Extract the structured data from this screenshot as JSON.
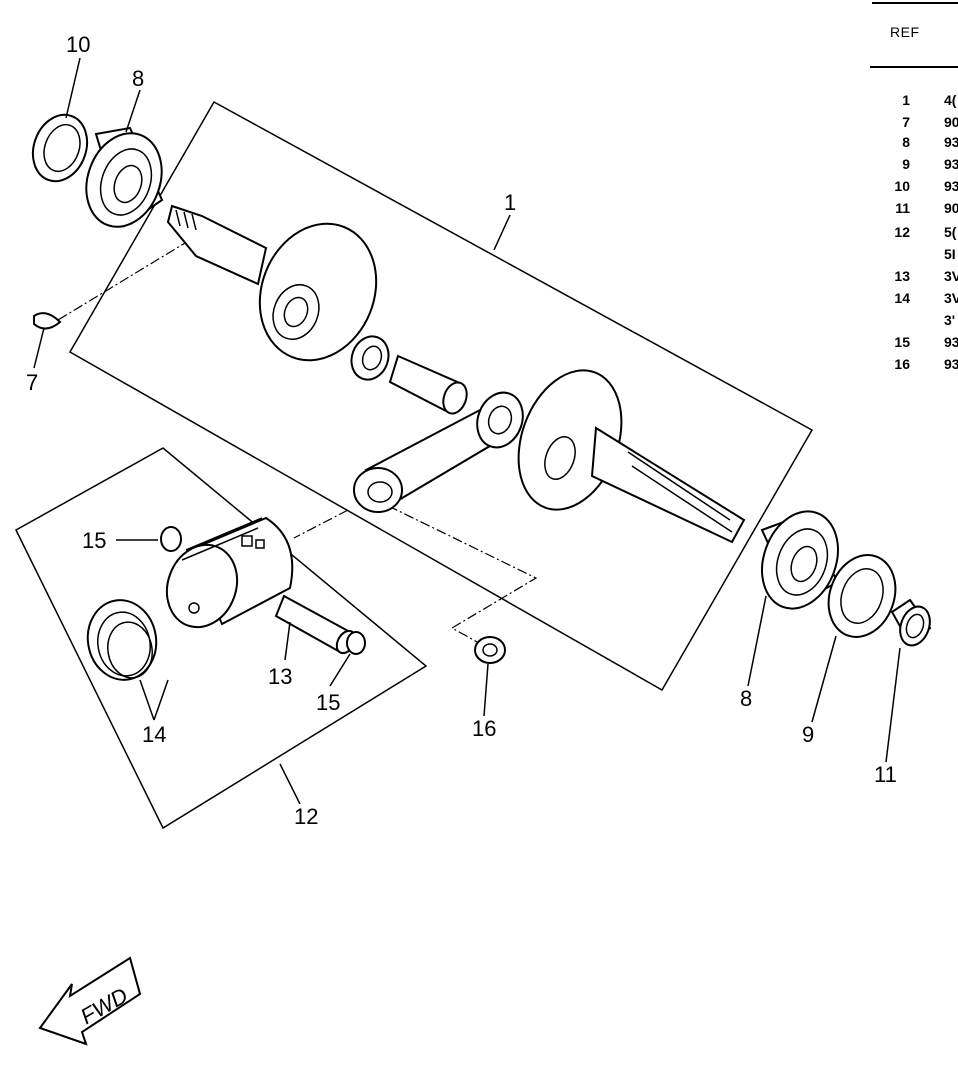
{
  "diagram": {
    "callouts": {
      "c1": "1",
      "c7": "7",
      "c8a": "8",
      "c8b": "8",
      "c9": "9",
      "c10": "10",
      "c11": "11",
      "c12": "12",
      "c13": "13",
      "c14": "14",
      "c15a": "15",
      "c15b": "15",
      "c16": "16"
    },
    "fwd_label": "FWD"
  },
  "ref_table": {
    "header": "REF",
    "rows": [
      {
        "ref": "1",
        "code": "4("
      },
      {
        "ref": "7",
        "code": "90"
      },
      {
        "ref": "8",
        "code": "93"
      },
      {
        "ref": "9",
        "code": "93"
      },
      {
        "ref": "10",
        "code": "93"
      },
      {
        "ref": "11",
        "code": "90"
      },
      {
        "ref": "12",
        "code": "5("
      },
      {
        "ref": "",
        "code": "5I"
      },
      {
        "ref": "13",
        "code": "3V"
      },
      {
        "ref": "14",
        "code": "3V"
      },
      {
        "ref": "",
        "code": "3'"
      },
      {
        "ref": "15",
        "code": "93"
      },
      {
        "ref": "16",
        "code": "93"
      }
    ]
  }
}
